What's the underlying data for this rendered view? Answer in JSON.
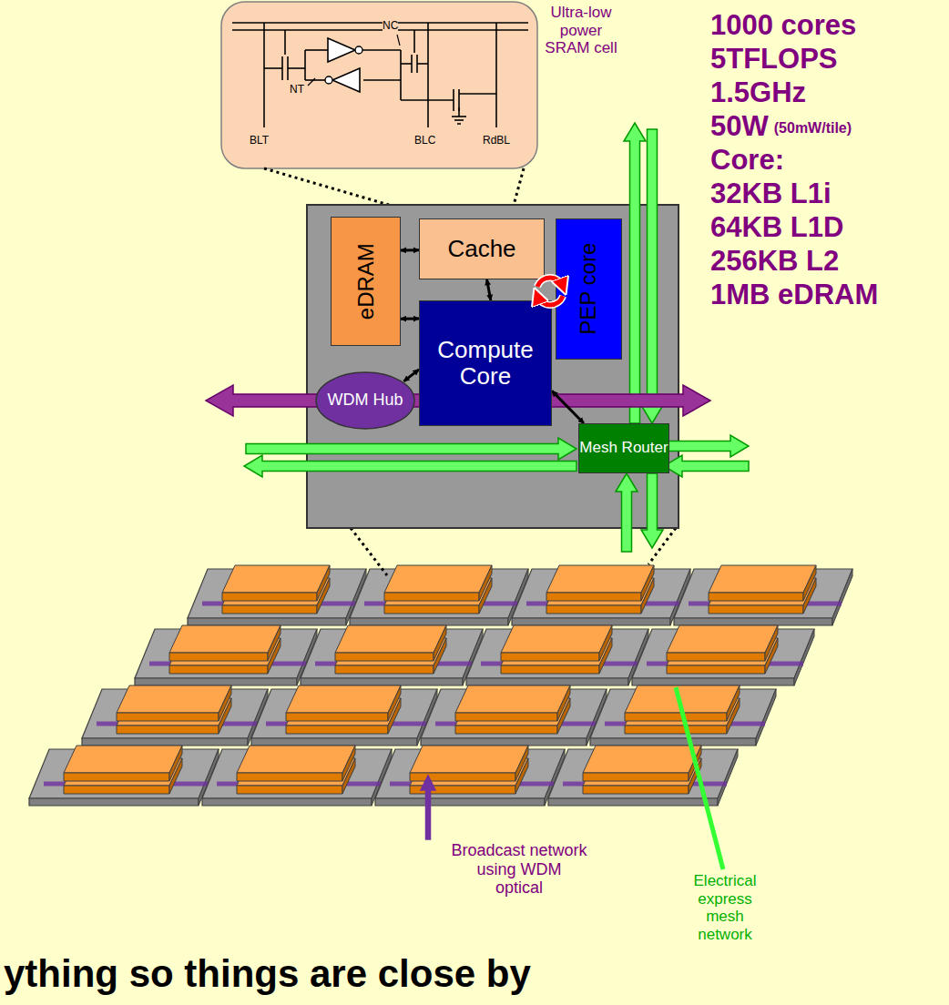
{
  "diagram": {
    "nodes": [
      {
        "text": [
          "eDRAM"
        ]
      },
      {
        "text": [
          "Cache"
        ]
      },
      {
        "text": [
          "PEP core"
        ]
      },
      {
        "text": [
          "Compute Core"
        ]
      },
      {
        "text": [
          "WDM Hub"
        ]
      },
      {
        "text": [
          "Mesh Router"
        ]
      }
    ],
    "edges": [
      {
        "from": 0,
        "to": 1,
        "arrow": "both"
      },
      {
        "from": 0,
        "to": 3,
        "arrow": "both"
      },
      {
        "from": 1,
        "to": 3,
        "arrow": "both"
      },
      {
        "from": 4,
        "to": 3,
        "arrow": "both"
      },
      {
        "from": 3,
        "to": 5,
        "arrow": "both"
      }
    ],
    "labels": [
      "Ultra-low power SRAM cell",
      "1000 cores",
      "5TFLOPS",
      "1.5GHz",
      "50W",
      "(50mW/tile)",
      "Core:",
      "32KB L1i",
      "64KB L1D",
      "256KB L2",
      "1MB eDRAM",
      "NT",
      "NC",
      "BLT",
      "BLC",
      "RdBL",
      "Broadcast network using WDM optical",
      "Electrical express mesh network",
      "ything so things are close by"
    ]
  }
}
